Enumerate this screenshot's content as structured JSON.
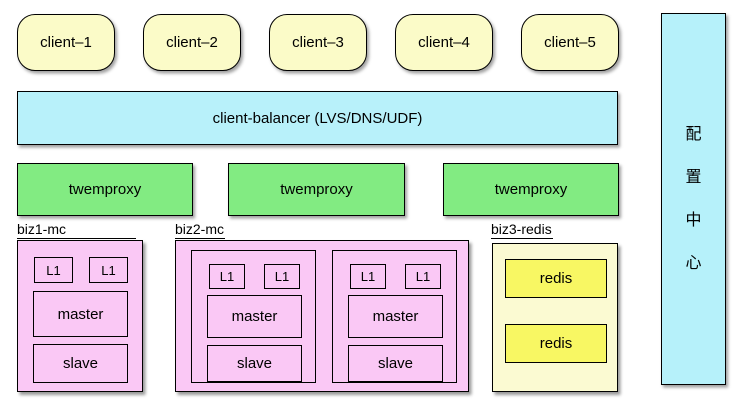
{
  "clients": [
    {
      "label": "client–1"
    },
    {
      "label": "client–2"
    },
    {
      "label": "client–3"
    },
    {
      "label": "client–4"
    },
    {
      "label": "client–5"
    }
  ],
  "balancer": {
    "label": "client-balancer (LVS/DNS/UDF)"
  },
  "proxies": [
    {
      "label": "twemproxy"
    },
    {
      "label": "twemproxy"
    },
    {
      "label": "twemproxy"
    }
  ],
  "clusters": {
    "biz1": {
      "title": "biz1-mc",
      "l1": [
        "L1",
        "L1"
      ],
      "master": "master",
      "slave": "slave"
    },
    "biz2": {
      "title": "biz2-mc",
      "shards": [
        {
          "l1": [
            "L1",
            "L1"
          ],
          "master": "master",
          "slave": "slave"
        },
        {
          "l1": [
            "L1",
            "L1"
          ],
          "master": "master",
          "slave": "slave"
        }
      ]
    },
    "biz3": {
      "title": "biz3-redis",
      "nodes": [
        "redis",
        "redis"
      ]
    }
  },
  "config_center": {
    "chars": [
      "配",
      "置",
      "中",
      "心"
    ]
  },
  "colors": {
    "client_fill": "#FBFBC8",
    "balancer_fill": "#B8F1FA",
    "proxy_fill": "#82EB82",
    "mc_fill": "#FAC8F5",
    "redis_bg": "#FBFAD2",
    "redis_node": "#F8F763",
    "config_fill": "#B6F1FA"
  }
}
